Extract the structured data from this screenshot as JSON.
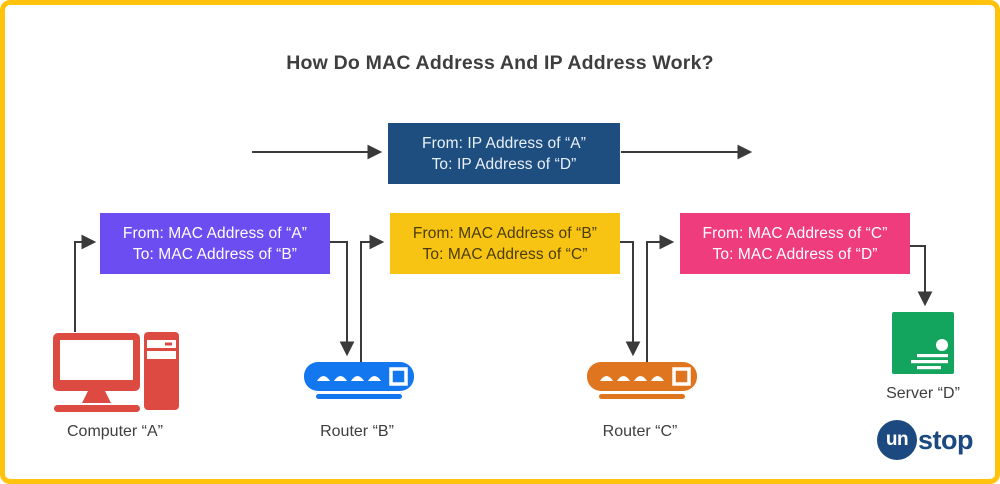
{
  "header": {
    "title": "How Do MAC Address And IP Address Work?"
  },
  "flow": {
    "ip_packet": {
      "line1": "From: IP Address of “A”",
      "line2": "To: IP Address of “D”"
    },
    "mac_hops": [
      {
        "line1": "From: MAC Address of “A”",
        "line2": "To: MAC Address of “B”"
      },
      {
        "line1": "From: MAC Address of “B”",
        "line2": "To: MAC Address of “C”"
      },
      {
        "line1": "From: MAC Address of “C”",
        "line2": "To: MAC Address of “D”"
      }
    ]
  },
  "devices": [
    {
      "label": "Computer “A”",
      "icon": "desktop-computer-icon"
    },
    {
      "label": "Router “B”",
      "icon": "router-icon"
    },
    {
      "label": "Router “C”",
      "icon": "router-icon"
    },
    {
      "label": "Server “D”",
      "icon": "server-icon"
    }
  ],
  "logo": {
    "prefix": "un",
    "suffix": "stop"
  },
  "colors": {
    "frame": "#FFC20D",
    "ip_box": "#1E4E80",
    "mac_box_a_purple": "#6C4DF1",
    "mac_box_b_yellow": "#F7C414",
    "mac_box_c_pink": "#EE3C7C",
    "computer_red": "#DC4A42",
    "router_b_blue": "#1377F0",
    "router_c_orange": "#E0751F",
    "server_green": "#13A45D",
    "arrow": "#3A3A3A",
    "logo_navy": "#1C4980"
  }
}
